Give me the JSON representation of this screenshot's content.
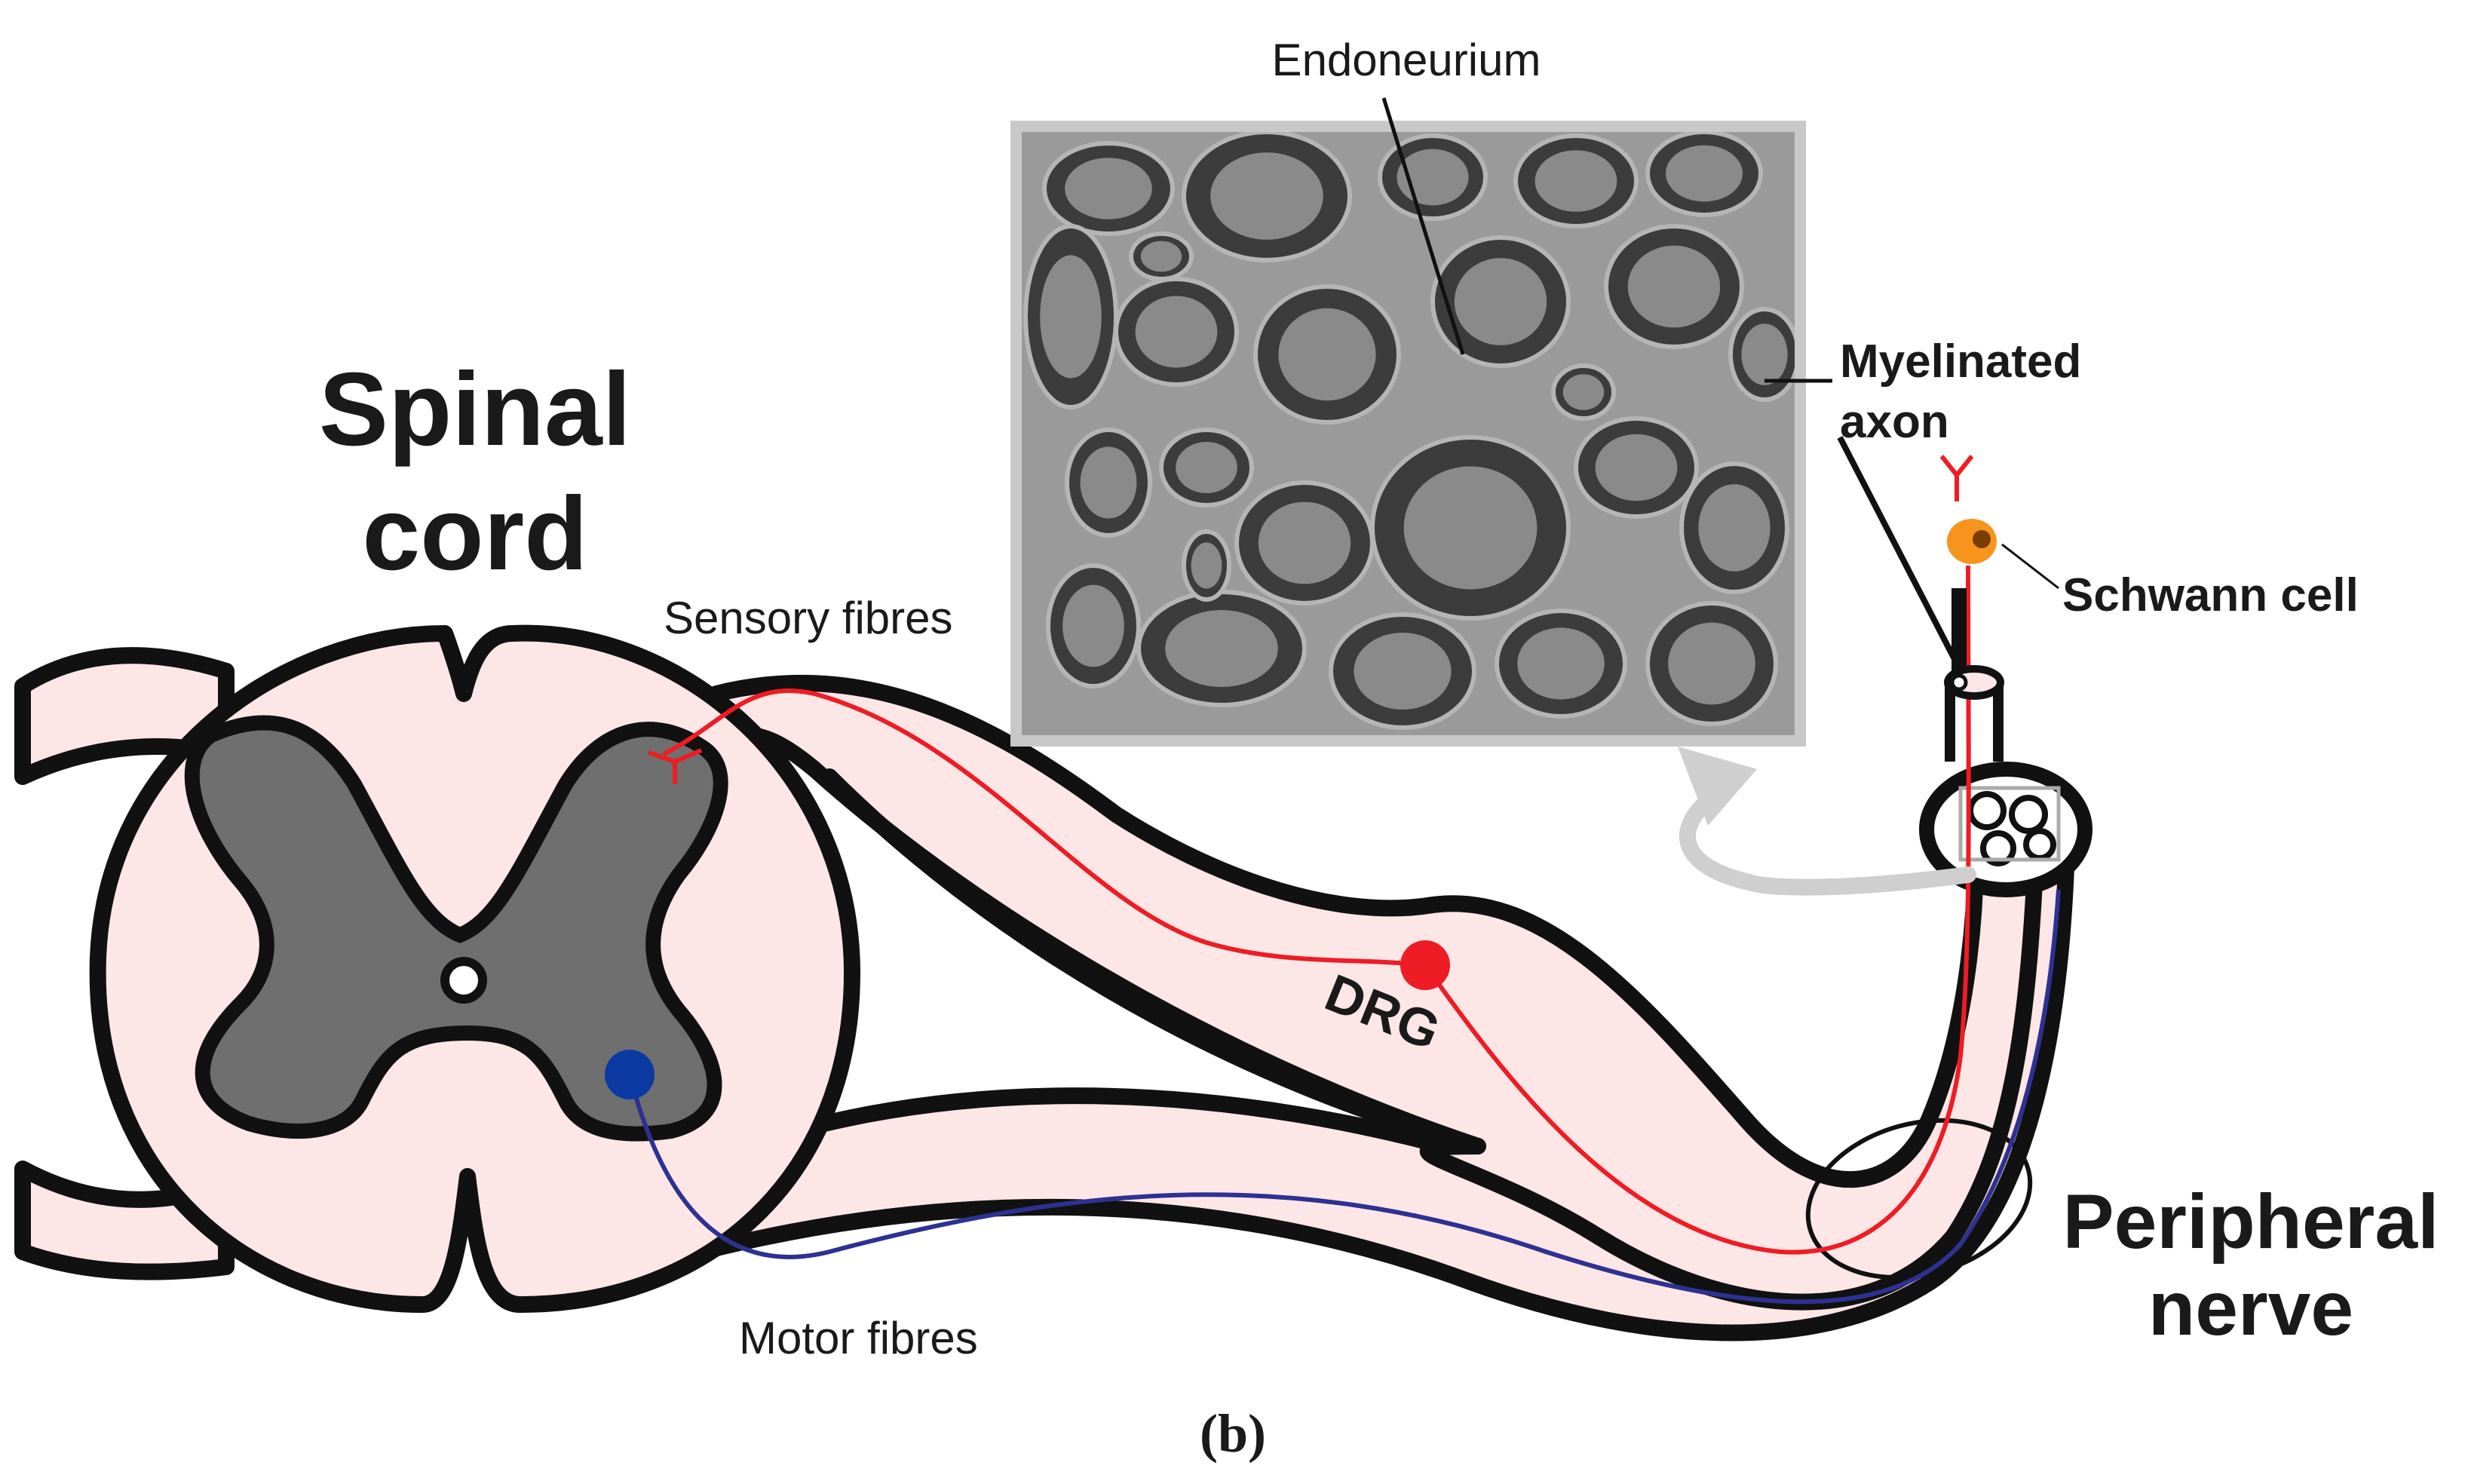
{
  "colors": {
    "tissue_fill": "#fde6e6",
    "grey_matter": "#6f6f6f",
    "outline": "#111111",
    "sensory_fibre": "#ee1c24",
    "motor_fibre": "#2e3192",
    "schwann_cell": "#f7941d",
    "inset_frame": "#c8c8c8",
    "arrow": "#cfcfcf"
  },
  "labels": {
    "spinal_cord_line1": "Spinal",
    "spinal_cord_line2": "cord",
    "sensory_fibres": "Sensory fibres",
    "motor_fibres": "Motor fibres",
    "drg": "DRG",
    "peripheral_nerve_line1": "Peripheral",
    "peripheral_nerve_line2": "nerve",
    "endoneurium": "Endoneurium",
    "myelinated_axon_line1": "Myelinated",
    "myelinated_axon_line2": "axon",
    "schwann_cell": "Schwann cell",
    "panel": "(b)"
  },
  "icons": {
    "drg_cell_body": "red-dot",
    "motor_neuron": "blue-dot",
    "schwann_cell": "orange-cell",
    "zoom_arrow": "curved-arrow"
  }
}
